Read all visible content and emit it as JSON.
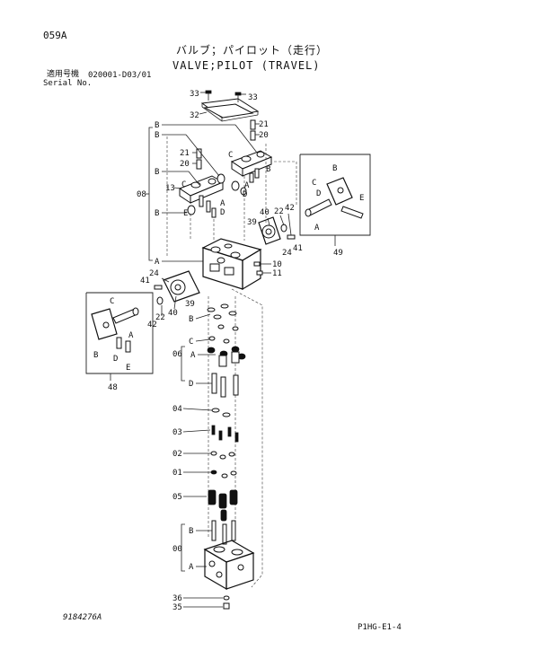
{
  "header": {
    "page_code": "059A",
    "title_jp": "バルブ；パイロット（走行）",
    "title_en": "VALVE;PILOT (TRAVEL)",
    "serial_label_jp": "適用号機",
    "serial_range": "020001-D03/01",
    "serial_label_en": "Serial No."
  },
  "footer": {
    "drawing_number": "9184276A",
    "sheet_code": "P1HG-E1-4"
  },
  "callouts": {
    "c33a": "33",
    "c33b": "33",
    "c32": "32",
    "c21a": "21",
    "c20a": "20",
    "c21b": "21",
    "c20b": "20",
    "c13": "13",
    "c08": "08",
    "c40a": "40",
    "c39a": "39",
    "c22a": "22",
    "c42a": "42",
    "c24a": "24",
    "c41a": "41",
    "c10": "10",
    "c11": "11",
    "c49": "49",
    "c41b": "41",
    "c24b": "24",
    "c22b": "22",
    "c40b": "40",
    "c39b": "39",
    "c42b": "42",
    "c48": "48",
    "c06": "06",
    "c04": "04",
    "c03": "03",
    "c02": "02",
    "c01": "01",
    "c05": "05",
    "c00": "00",
    "c36": "36",
    "c35": "35"
  },
  "letters": {
    "A": "A",
    "B": "B",
    "C": "C",
    "D": "D",
    "E": "E"
  }
}
